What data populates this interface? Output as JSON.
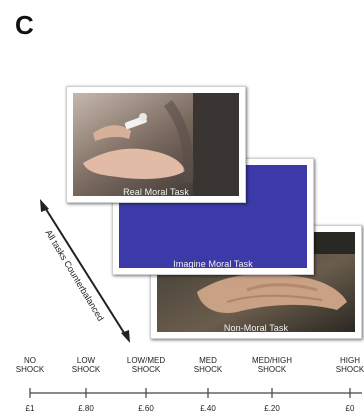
{
  "panel_letter": "C",
  "cards": {
    "real": "Real Moral Task",
    "imagine": "Imagine Moral Task",
    "nonmoral": "Non-Moral Task"
  },
  "diagonal_label": "All tasks Counterbalanced",
  "colors": {
    "imagine_fill": "#3b3aa8",
    "scale_line": "#444444"
  },
  "scale": {
    "levels": [
      {
        "line1": "NO",
        "line2": "SHOCK",
        "money": "£1"
      },
      {
        "line1": "LOW",
        "line2": "SHOCK",
        "money": "£.80"
      },
      {
        "line1": "LOW/MED",
        "line2": "SHOCK",
        "money": "£.60"
      },
      {
        "line1": "MED",
        "line2": "SHOCK",
        "money": "£.40"
      },
      {
        "line1": "MED/HIGH",
        "line2": "SHOCK",
        "money": "£.20"
      },
      {
        "line1": "HIGH",
        "line2": "SHOCK",
        "money": "£0"
      }
    ]
  }
}
